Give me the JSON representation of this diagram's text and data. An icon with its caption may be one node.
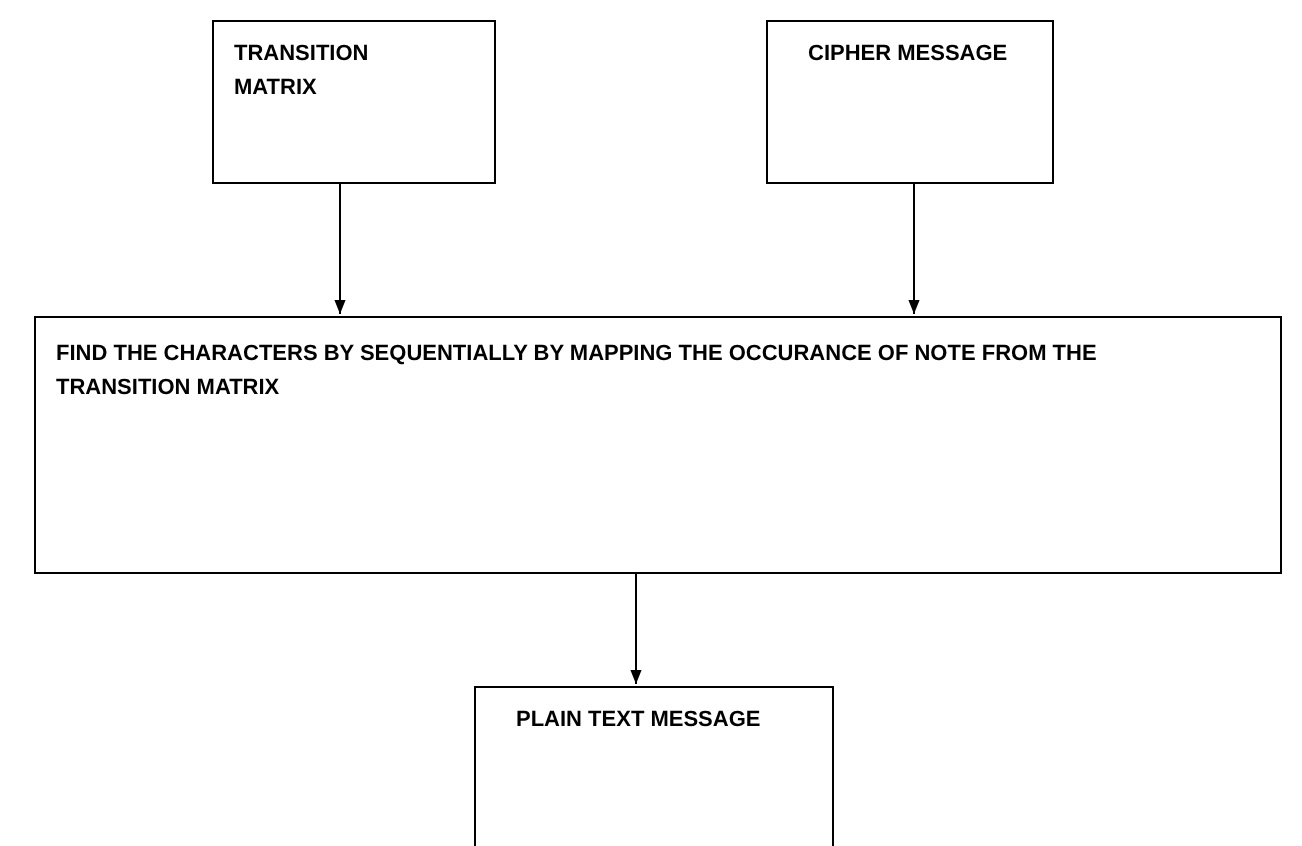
{
  "diagram": {
    "nodes": [
      {
        "text": [
          "TRANSITION MATRIX"
        ]
      },
      {
        "text": [
          "CIPHER MESSAGE"
        ]
      },
      {
        "text": [
          "FIND THE CHARACTERS BY SEQUENTIALLY BY MAPPING THE OCCURANCE OF NOTE FROM THE TRANSITION MATRIX"
        ]
      },
      {
        "text": [
          "PLAIN TEXT MESSAGE"
        ]
      }
    ],
    "edges": [
      {
        "from": 0,
        "to": 2,
        "arrow": "to"
      },
      {
        "from": 1,
        "to": 2,
        "arrow": "to"
      },
      {
        "from": 2,
        "to": 3,
        "arrow": "to"
      }
    ]
  }
}
